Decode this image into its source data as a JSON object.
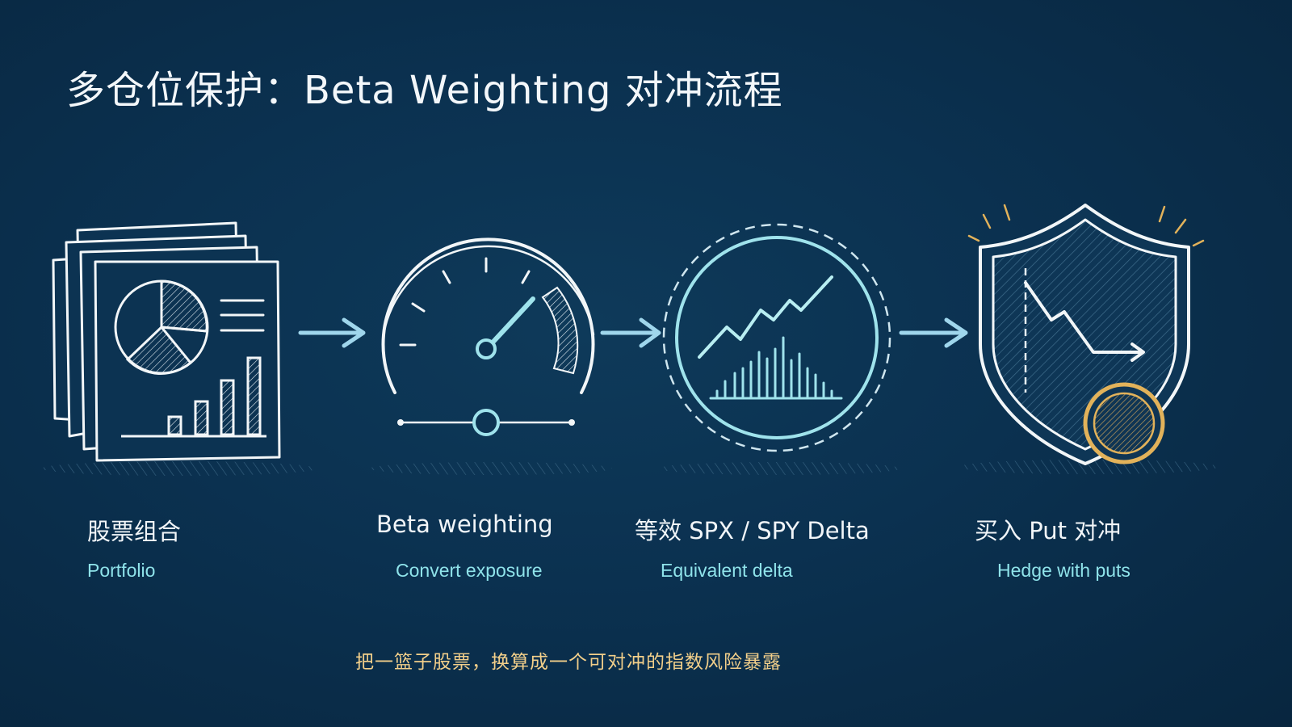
{
  "title": "多仓位保护：Beta Weighting 对冲流程",
  "steps": [
    {
      "label": "股票组合",
      "sub": "Portfolio",
      "icon": "portfolio-documents-icon"
    },
    {
      "label": "Beta weighting",
      "sub": "Convert exposure",
      "icon": "gauge-icon"
    },
    {
      "label": "等效 SPX / SPY Delta",
      "sub": "Equivalent delta",
      "icon": "index-chart-circle-icon"
    },
    {
      "label": "买入 Put 对冲",
      "sub": "Hedge with puts",
      "icon": "shield-icon"
    }
  ],
  "caption": "把一篮子股票，换算成一个可对冲的指数风险暴露",
  "colors": {
    "background": "#0b3150",
    "line": "#f2f6f8",
    "accent_cyan": "#8fe3ea",
    "arrow": "#9fd6ec",
    "coin_gold": "#e2b25a",
    "caption": "#f2cf8a"
  }
}
